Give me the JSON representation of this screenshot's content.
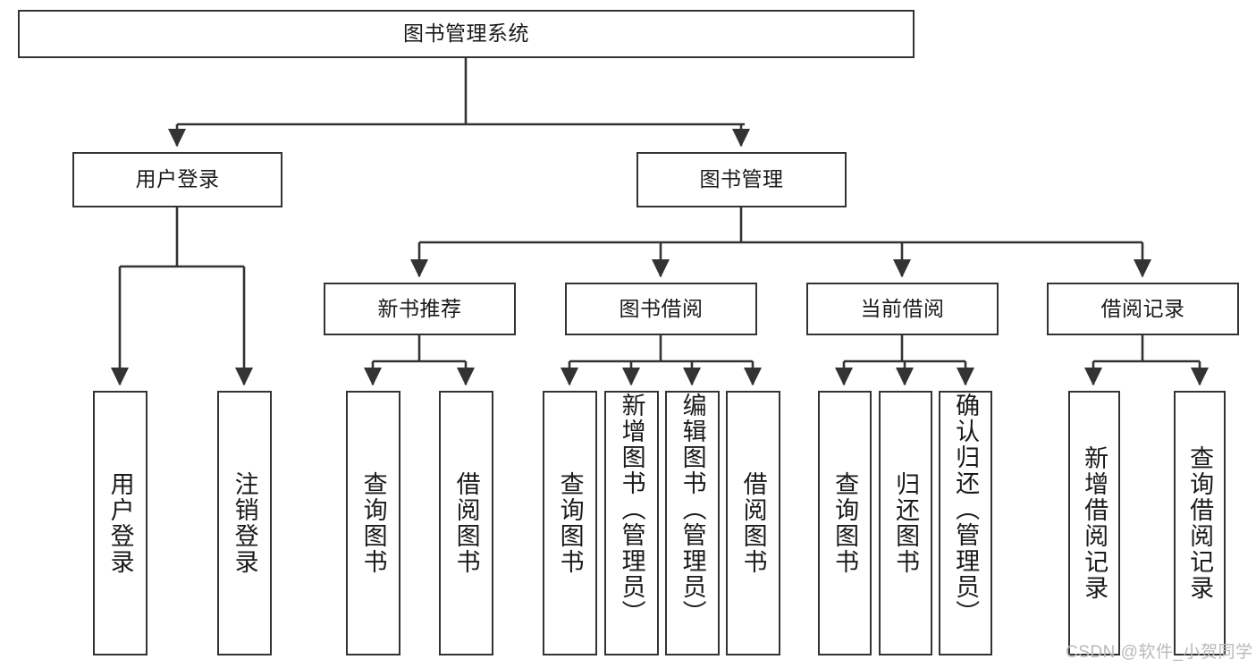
{
  "diagram": {
    "title": "图书管理系统",
    "type": "hierarchy-tree",
    "orientation": "top-down",
    "style": {
      "background": "#ffffff",
      "box_border": "#333333",
      "box_fill": "#ffffff",
      "edge_color": "#333333",
      "text_color": "#1a1a1a"
    },
    "nodes": {
      "root": {
        "label": "图书管理系统",
        "level": 1
      },
      "user_login": {
        "label": "用户登录",
        "level": 2
      },
      "book_manage": {
        "label": "图书管理",
        "level": 2
      },
      "new_book_rec": {
        "label": "新书推荐",
        "level": 3
      },
      "book_borrow": {
        "label": "图书借阅",
        "level": 3
      },
      "current_borrow": {
        "label": "当前借阅",
        "level": 3
      },
      "borrow_record": {
        "label": "借阅记录",
        "level": 3
      },
      "leaf_user_login": {
        "label": "用户登录",
        "level": 4
      },
      "leaf_logout": {
        "label": "注销登录",
        "level": 4
      },
      "leaf_query_book_a": {
        "label": "查询图书",
        "level": 4
      },
      "leaf_borrow_book_a": {
        "label": "借阅图书",
        "level": 4
      },
      "leaf_query_book_b": {
        "label": "查询图书",
        "level": 4
      },
      "leaf_add_book": {
        "label": "新增图书（管理员）",
        "level": 4
      },
      "leaf_edit_book": {
        "label": "编辑图书（管理员）",
        "level": 4
      },
      "leaf_borrow_book_b": {
        "label": "借阅图书",
        "level": 4
      },
      "leaf_query_book_c": {
        "label": "查询图书",
        "level": 4
      },
      "leaf_return_book": {
        "label": "归还图书",
        "level": 4
      },
      "leaf_confirm_return": {
        "label": "确认归还（管理员）",
        "level": 4
      },
      "leaf_add_record": {
        "label": "新增借阅记录",
        "level": 4
      },
      "leaf_query_record": {
        "label": "查询借阅记录",
        "level": 4
      }
    },
    "edges": [
      {
        "from": "root",
        "to": "user_login"
      },
      {
        "from": "root",
        "to": "book_manage"
      },
      {
        "from": "user_login",
        "to": "leaf_user_login"
      },
      {
        "from": "user_login",
        "to": "leaf_logout"
      },
      {
        "from": "book_manage",
        "to": "new_book_rec"
      },
      {
        "from": "book_manage",
        "to": "book_borrow"
      },
      {
        "from": "book_manage",
        "to": "current_borrow"
      },
      {
        "from": "book_manage",
        "to": "borrow_record"
      },
      {
        "from": "new_book_rec",
        "to": "leaf_query_book_a"
      },
      {
        "from": "new_book_rec",
        "to": "leaf_borrow_book_a"
      },
      {
        "from": "book_borrow",
        "to": "leaf_query_book_b"
      },
      {
        "from": "book_borrow",
        "to": "leaf_add_book"
      },
      {
        "from": "book_borrow",
        "to": "leaf_edit_book"
      },
      {
        "from": "book_borrow",
        "to": "leaf_borrow_book_b"
      },
      {
        "from": "current_borrow",
        "to": "leaf_query_book_c"
      },
      {
        "from": "current_borrow",
        "to": "leaf_return_book"
      },
      {
        "from": "current_borrow",
        "to": "leaf_confirm_return"
      },
      {
        "from": "borrow_record",
        "to": "leaf_add_record"
      },
      {
        "from": "borrow_record",
        "to": "leaf_query_record"
      }
    ]
  },
  "watermark": {
    "text": "CSDN @软件_小贺同学"
  }
}
